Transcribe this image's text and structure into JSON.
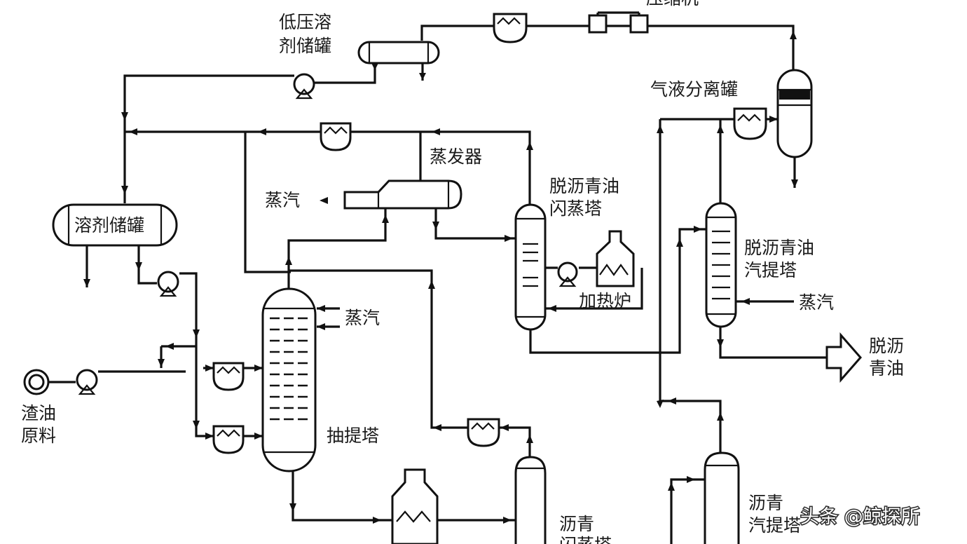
{
  "labels": {
    "low_pressure_tank": [
      "低压溶",
      "剂储罐"
    ],
    "compressor": "压缩机",
    "gas_liquid_separator": "气液分离罐",
    "evaporator": "蒸发器",
    "steam_evaporator": "蒸汽",
    "solvent_tank": "溶剂储罐",
    "dao_flash_tower": [
      "脱沥青油",
      "闪蒸塔"
    ],
    "heating_furnace": "加热炉",
    "dao_stripper": [
      "脱沥青油",
      "汽提塔"
    ],
    "steam_stripper": "蒸汽",
    "deasphalted_oil": [
      "脱沥",
      "青油"
    ],
    "steam_extractor": "蒸汽",
    "residue_feed": [
      "渣油",
      "原料"
    ],
    "extraction_tower": "抽提塔",
    "asphalt_flash_tower": [
      "沥青",
      "闪蒸塔"
    ],
    "asphalt_stripper": [
      "沥青",
      "汽提塔"
    ]
  },
  "watermark": "头条 @鲸探所"
}
